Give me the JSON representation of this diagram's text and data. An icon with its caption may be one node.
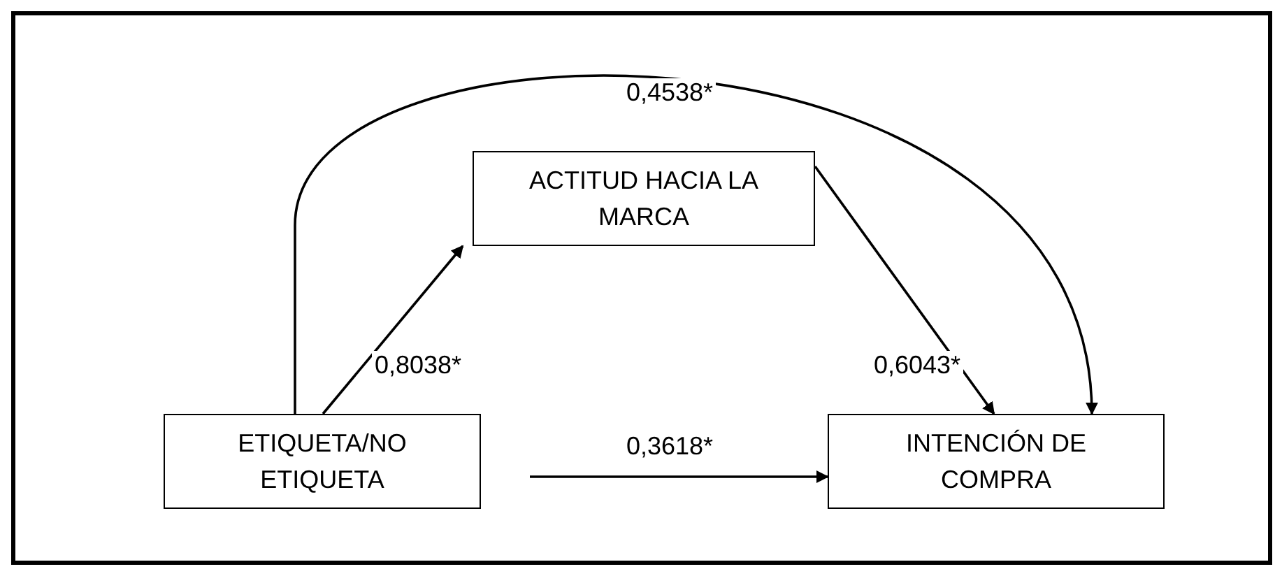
{
  "diagram": {
    "nodes": [
      {
        "text": [
          "ACTITUD HACIA LA MARCA"
        ]
      },
      {
        "text": [
          "ETIQUETA/NO ETIQUETA"
        ]
      },
      {
        "text": [
          "INTENCIÓN DE COMPRA"
        ]
      }
    ],
    "edges": [
      {
        "from": 1,
        "to": 2,
        "arrow": "to",
        "label": "0,4538*"
      },
      {
        "from": 1,
        "to": 0,
        "arrow": "to",
        "label": "0,8038*"
      },
      {
        "from": 0,
        "to": 2,
        "arrow": "to",
        "label": "0,6043*"
      },
      {
        "from": 1,
        "to": 2,
        "arrow": "to",
        "label": "0,3618*"
      }
    ]
  }
}
